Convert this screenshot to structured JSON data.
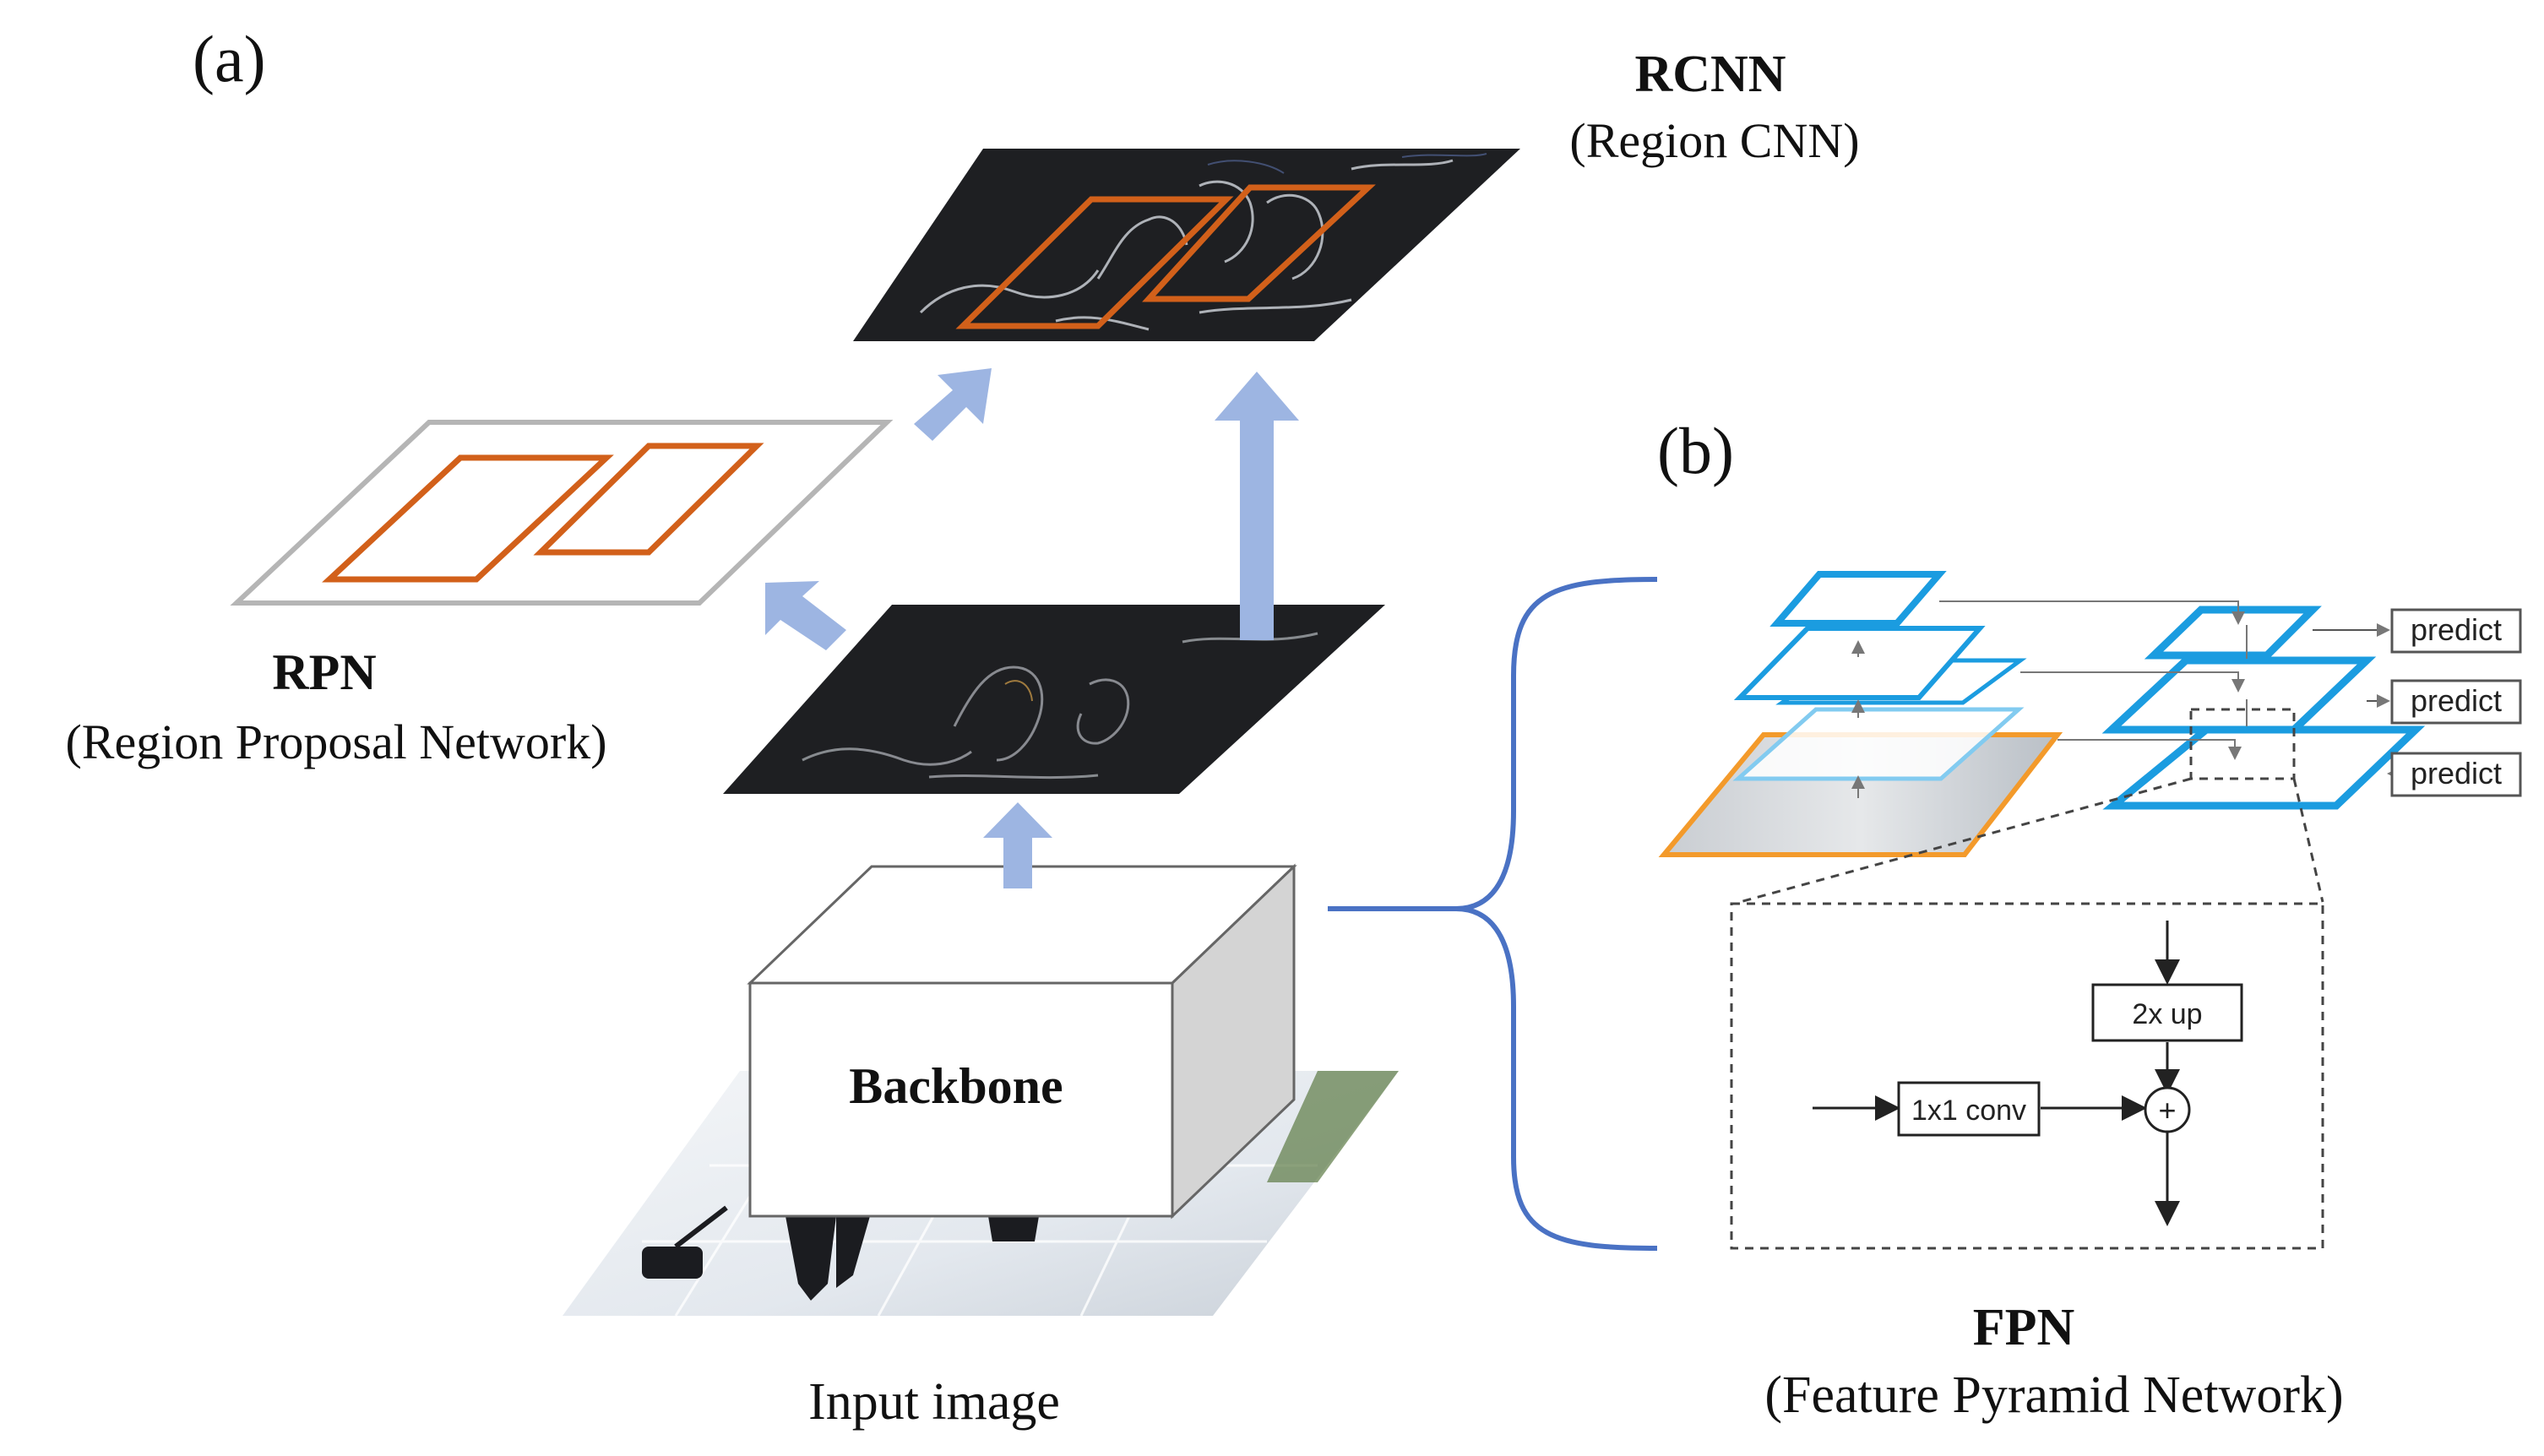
{
  "panel_a": {
    "label": "(a)"
  },
  "panel_b": {
    "label": "(b)"
  },
  "rcnn": {
    "title": "RCNN",
    "subtitle": "(Region CNN)"
  },
  "rpn": {
    "title": "RPN",
    "subtitle": "(Region Proposal Network)"
  },
  "backbone": {
    "label": "Backbone"
  },
  "input_image": {
    "label": "Input image"
  },
  "fpn": {
    "title": "FPN",
    "subtitle": "(Feature Pyramid Network)",
    "predict_labels": [
      "predict",
      "predict",
      "predict"
    ],
    "upsample_label": "2x up",
    "conv_label": "1x1 conv",
    "add_symbol": "+"
  },
  "colors": {
    "arrow": "#9DB5E2",
    "proposal_box": "#D2601A",
    "feature_map": "#1E1F22",
    "fpn_blue": "#1B9CE0",
    "fpn_orange": "#F39A2B",
    "brace": "#4A72C4"
  }
}
